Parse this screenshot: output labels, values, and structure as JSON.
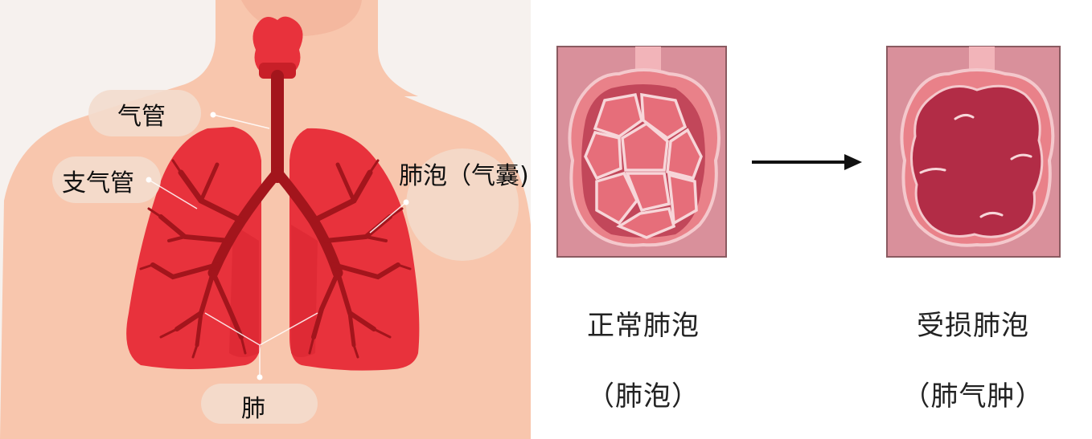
{
  "anatomy": {
    "labels": {
      "trachea": "气管",
      "bronchi": "支气管",
      "alveoli": "肺泡（气囊)",
      "lung": "肺"
    }
  },
  "comparison": {
    "normal": {
      "title": "正常肺泡",
      "subtitle": "（肺泡）"
    },
    "damaged": {
      "title": "受损肺泡",
      "subtitle": "（肺气肿）"
    }
  },
  "colors": {
    "skin": "#f8c6ad",
    "lung": "#e8323c",
    "airway": "#a3151c",
    "alveoli_frame": "#d9909b",
    "damaged_fill": "#b22c46"
  }
}
